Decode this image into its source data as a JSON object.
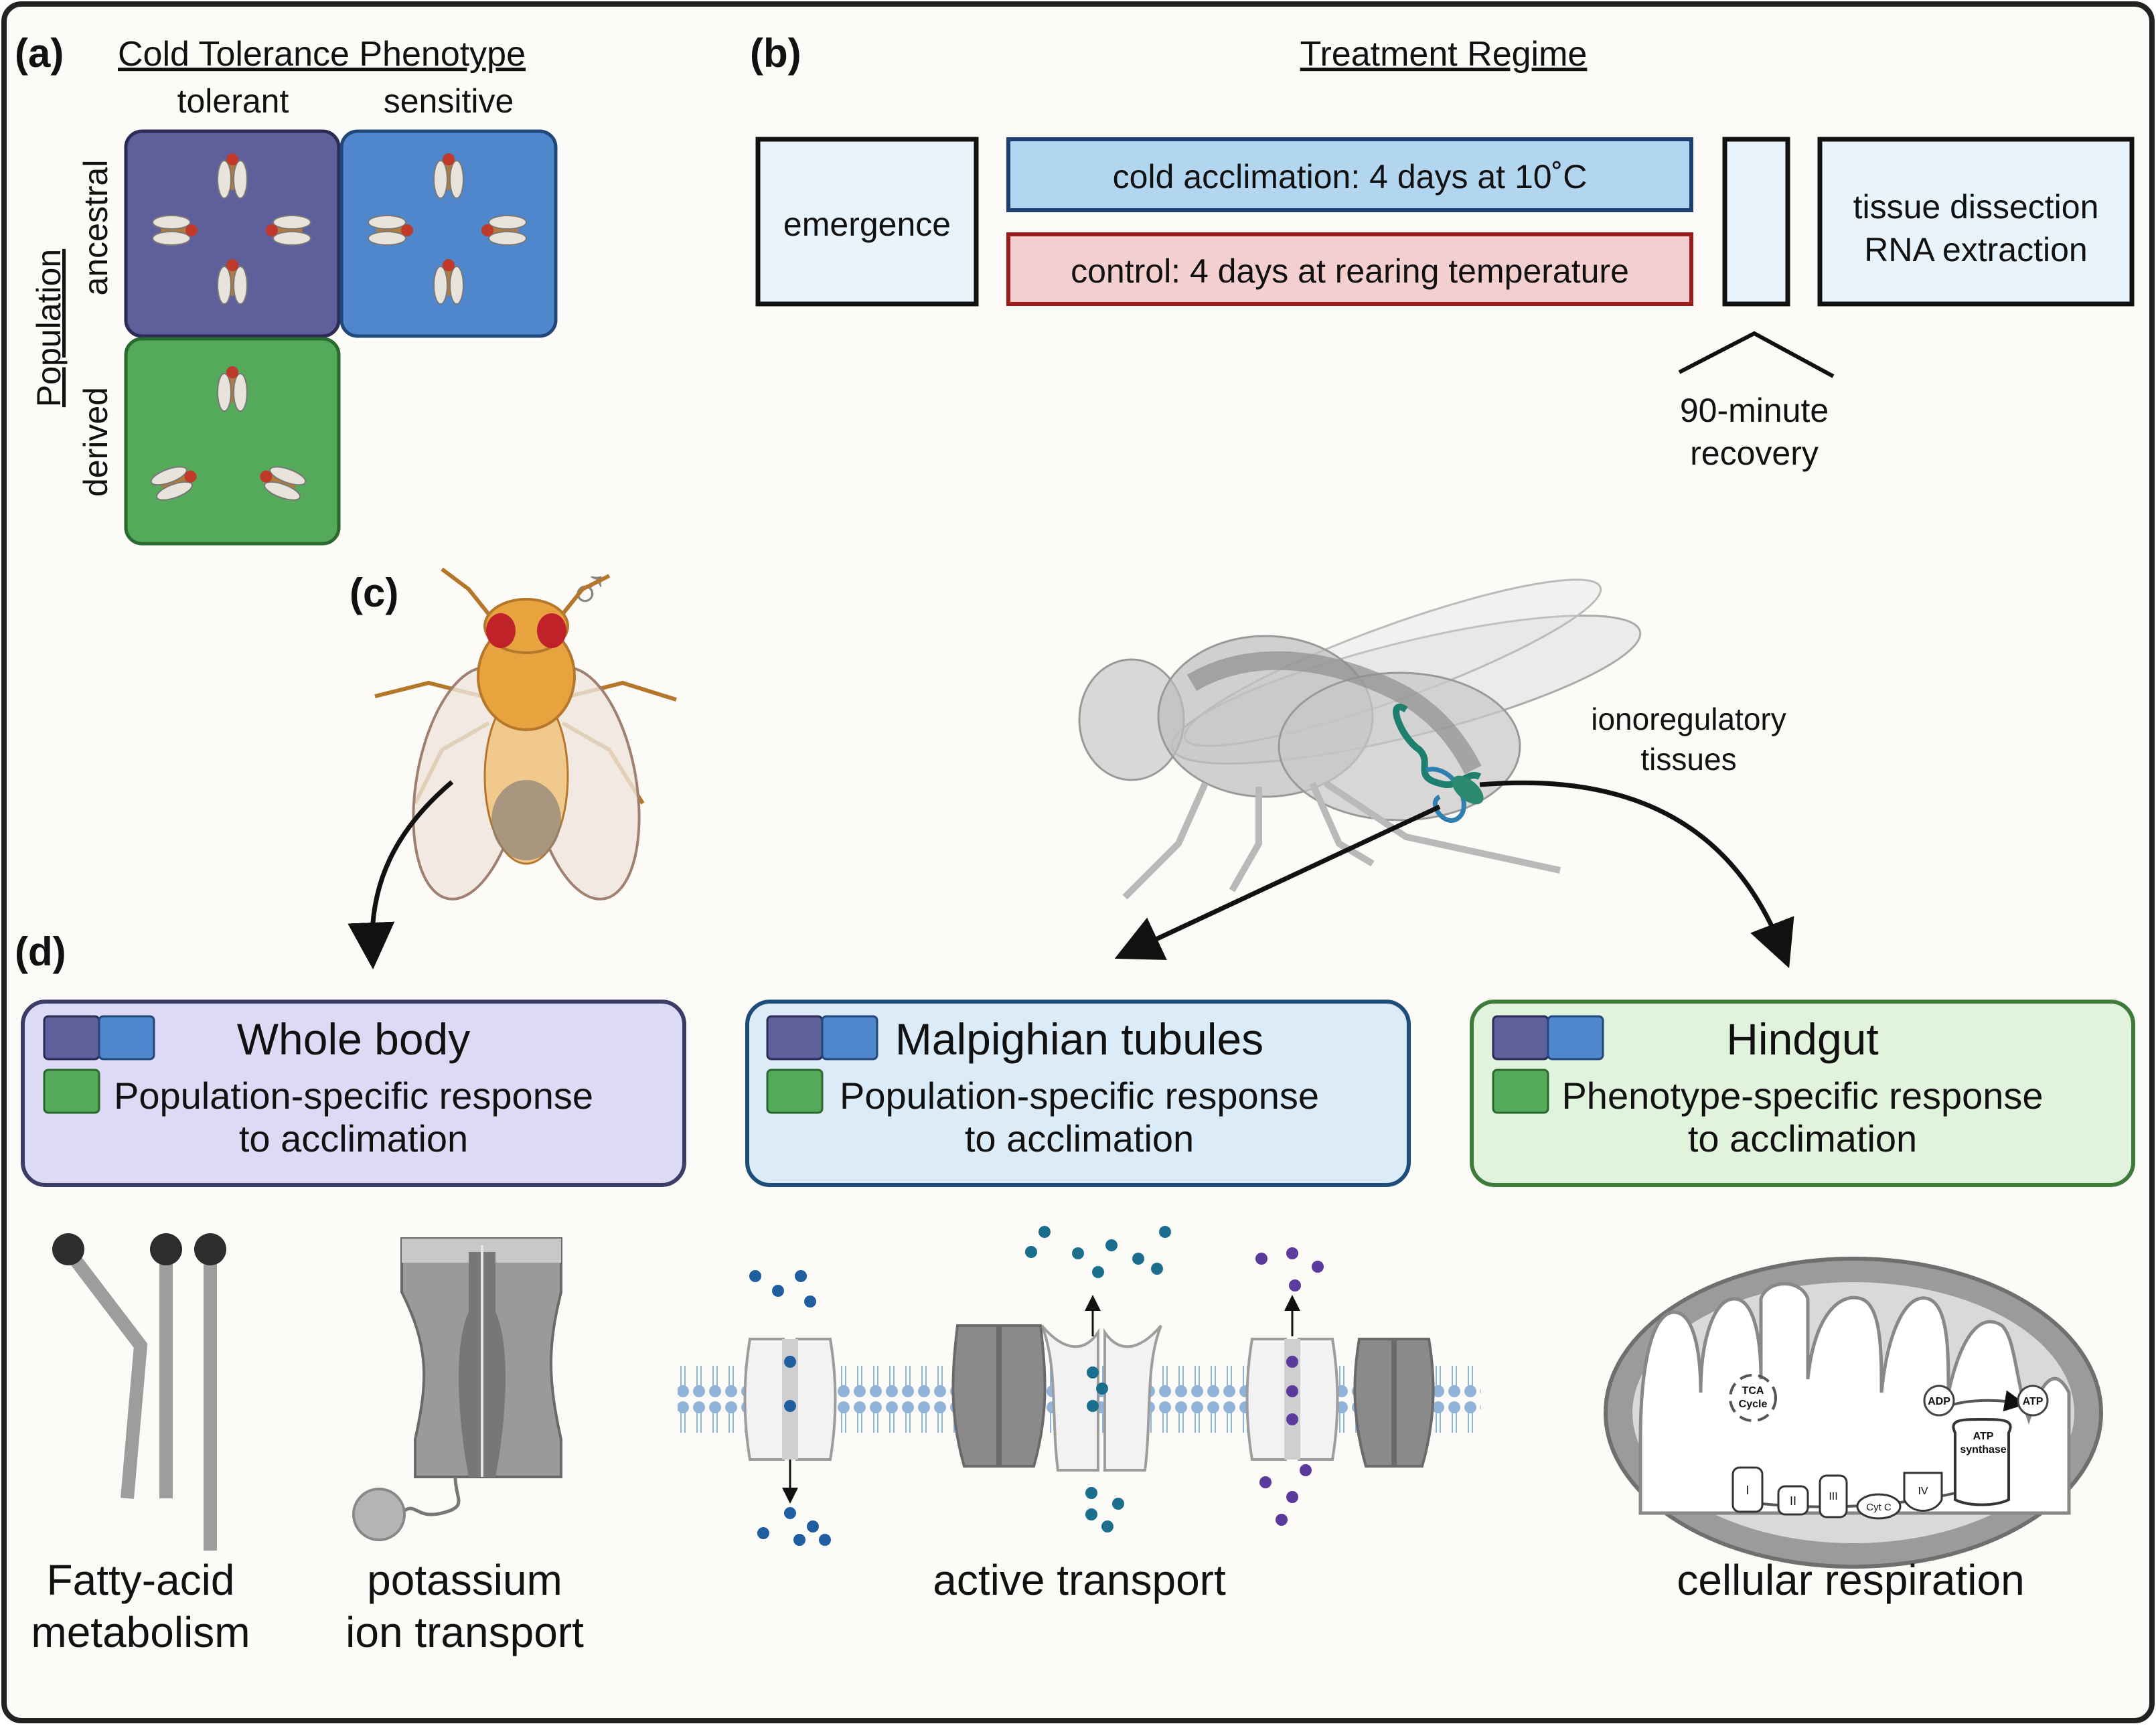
{
  "panel_labels": {
    "a": "(a)",
    "b": "(b)",
    "c": "(c)",
    "d": "(d)"
  },
  "panel_a": {
    "title": "Cold Tolerance Phenotype",
    "col_tolerant": "tolerant",
    "col_sensitive": "sensitive",
    "axis_population": "Population",
    "row_ancestral": "ancestral",
    "row_derived": "derived"
  },
  "panel_b": {
    "title": "Treatment Regime",
    "emergence": "emergence",
    "cold": "cold acclimation: 4 days at 10˚C",
    "control": "control: 4 days at rearing temperature",
    "tissue_line1": "tissue dissection",
    "tissue_line2": "RNA extraction",
    "recovery_line1": "90-minute",
    "recovery_line2": "recovery"
  },
  "panel_c": {
    "male_symbol": "♂",
    "iono_line1": "ionoregulatory",
    "iono_line2": "tissues"
  },
  "panel_d": {
    "whole_body": {
      "title": "Whole body",
      "line1": "Population-specific response",
      "line2": "to acclimation"
    },
    "malpighian": {
      "title": "Malpighian tubules",
      "line1": "Population-specific response",
      "line2": "to acclimation"
    },
    "hindgut": {
      "title": "Hindgut",
      "line1": "Phenotype-specific response",
      "line2": "to acclimation"
    },
    "fatty_line1": "Fatty-acid",
    "fatty_line2": "metabolism",
    "potassium_line1": "potassium",
    "potassium_line2": "ion transport",
    "active_transport": "active  transport",
    "cellular_respiration": "cellular respiration",
    "mito": {
      "tca_line1": "TCA",
      "tca_line2": "Cycle",
      "adp": "ADP",
      "atp": "ATP",
      "atp_synthase_line1": "ATP",
      "atp_synthase_line2": "synthase",
      "c1": "I",
      "c2": "II",
      "c3": "III",
      "cytc": "Cyt C",
      "c4": "IV"
    }
  },
  "colors": {
    "tolerant_ancestral": "#5f5f9c",
    "sensitive_ancestral": "#4f86cc",
    "derived": "#55a95a",
    "cold_fill": "#b2d6f0",
    "control_fill": "#f4cfd0",
    "whole_body_fill": "#dcdaf4",
    "malpighian_fill": "#dcebf8",
    "hindgut_fill": "#e1f3dc"
  }
}
